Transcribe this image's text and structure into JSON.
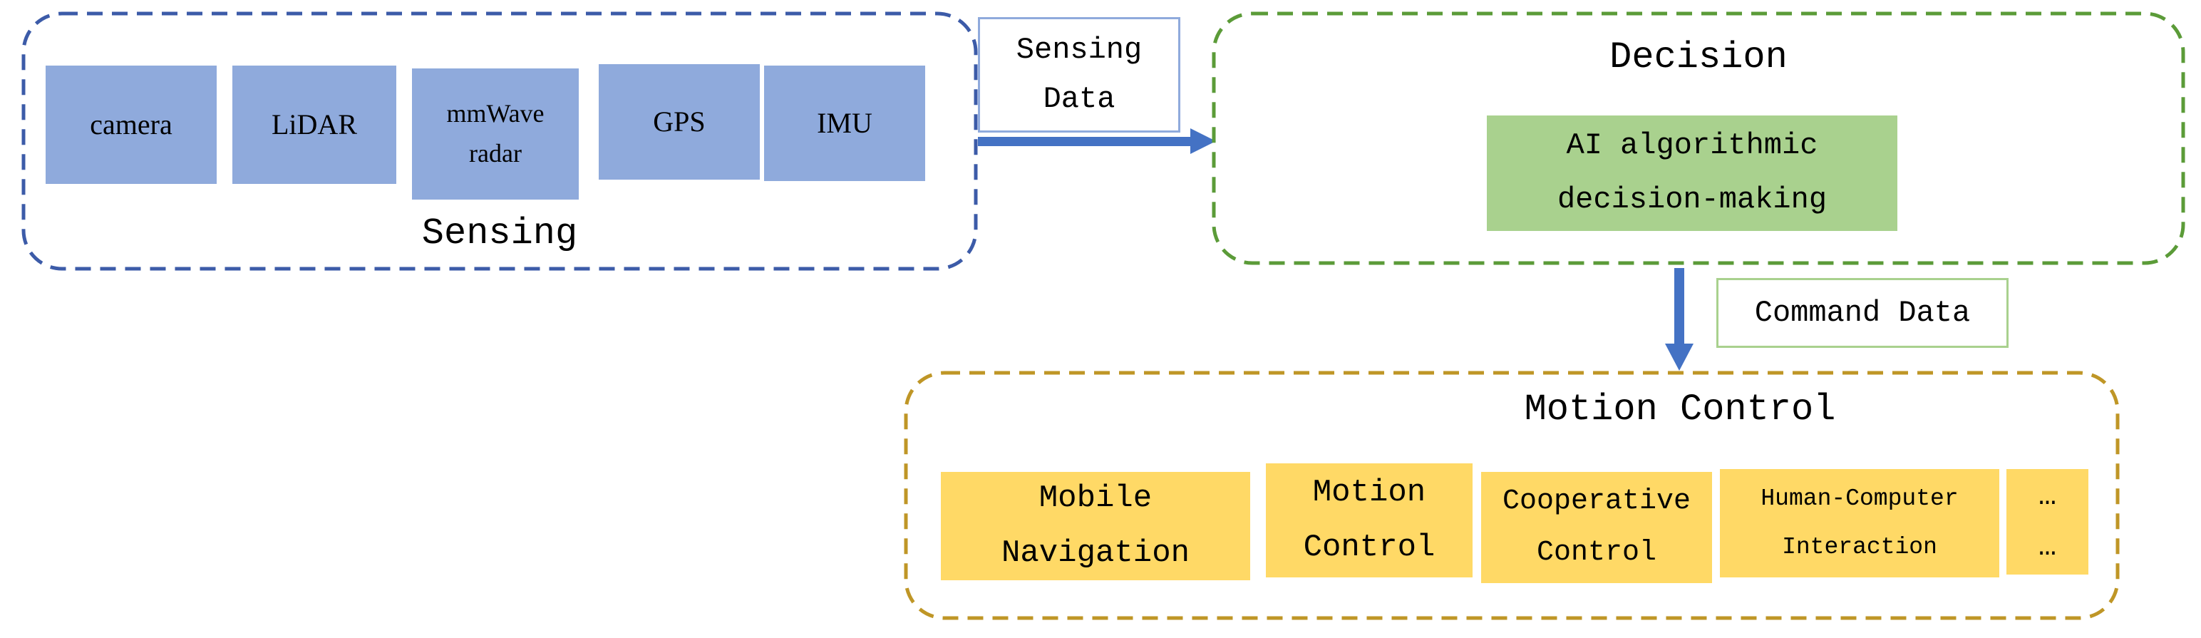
{
  "sensing": {
    "title": "Sensing",
    "sensors": [
      {
        "label": "camera"
      },
      {
        "label": "LiDAR"
      },
      {
        "label": "mmWave\nradar"
      },
      {
        "label": "GPS"
      },
      {
        "label": "IMU"
      }
    ]
  },
  "flows": {
    "sensing_data_label": "Sensing\nData",
    "command_data_label": "Command Data"
  },
  "decision": {
    "title": "Decision",
    "block_label": "AI algorithmic\ndecision-making"
  },
  "motion": {
    "title": "Motion Control",
    "modules": [
      {
        "label": "Mobile\nNavigation"
      },
      {
        "label": "Motion\nControl"
      },
      {
        "label": "Cooperative\nControl"
      },
      {
        "label": "Human-Computer\nInteraction"
      },
      {
        "label": "…\n…"
      }
    ]
  },
  "colors": {
    "page_background": "#FFFFFF",
    "sensing_border": "#3C5BA8",
    "sensor_fill": "#8FAADC",
    "arrow": "#4472C4",
    "sensing_data_border": "#8FAADC",
    "decision_border": "#5B9B38",
    "decision_fill": "#A9D18E",
    "command_border": "#A9D18E",
    "motion_border": "#BF9626",
    "module_fill": "#FFD966",
    "text": "#000000"
  }
}
